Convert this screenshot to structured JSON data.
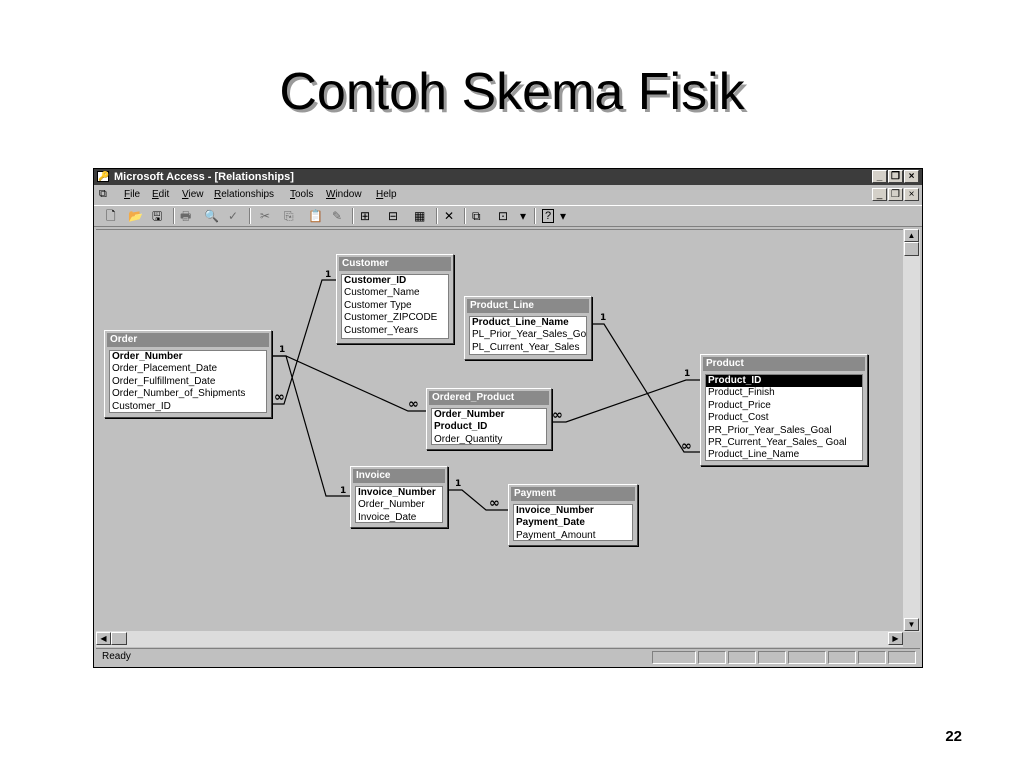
{
  "slide": {
    "title": "Contoh Skema Fisik",
    "page_number": "22"
  },
  "window": {
    "title": "Microsoft Access - [Relationships]",
    "controls": {
      "minimize": "_",
      "restore": "❐",
      "close": "×"
    }
  },
  "menu": [
    {
      "acc": "F",
      "rest": "ile"
    },
    {
      "acc": "E",
      "rest": "dit"
    },
    {
      "acc": "V",
      "rest": "iew"
    },
    {
      "acc": "R",
      "rest": "elationships"
    },
    {
      "acc": "T",
      "rest": "ools"
    },
    {
      "acc": "W",
      "rest": "indow"
    },
    {
      "acc": "H",
      "rest": "elp"
    }
  ],
  "toolbar": {
    "icons": [
      "new-icon",
      "open-icon",
      "save-icon",
      "print-icon",
      "print-preview-icon",
      "spelling-icon",
      "cut-icon",
      "copy-icon",
      "paste-icon",
      "format-painter-icon",
      "show-table-icon",
      "show-direct-icon",
      "show-all-icon",
      "delete-icon",
      "database-window-icon",
      "new-object-icon",
      "help-icon"
    ],
    "glyphs": {
      "new": "🗋",
      "open": "📂",
      "save": "🖫",
      "print": "🖶",
      "preview": "🔍",
      "spell": "✓",
      "cut": "✂",
      "copy": "⎘",
      "paste": "📋",
      "painter": "✎",
      "show_table": "⊞",
      "direct": "⊟",
      "all": "▦",
      "delete": "✕",
      "dbwin": "⧉",
      "newobj": "⊡",
      "dropdown": "▾",
      "help": "?"
    }
  },
  "status": {
    "text": "Ready"
  },
  "tables": {
    "customer": {
      "title": "Customer",
      "fields": [
        "Customer_ID",
        "Customer_Name",
        "Customer Type",
        "Customer_ZIPCODE",
        "Customer_Years"
      ]
    },
    "product_line": {
      "title": "Product_Line",
      "fields": [
        "Product_Line_Name",
        "PL_Prior_Year_Sales_Go",
        "PL_Current_Year_Sales"
      ]
    },
    "order": {
      "title": "Order",
      "fields": [
        "Order_Number",
        "Order_Placement_Date",
        "Order_Fulfillment_Date",
        "Order_Number_of_Shipments",
        "Customer_ID"
      ]
    },
    "ordered_product": {
      "title": "Ordered_Product",
      "fields": [
        "Order_Number",
        "Product_ID",
        "Order_Quantity"
      ]
    },
    "product": {
      "title": "Product",
      "fields": [
        "Product_ID",
        "Product_Finish",
        "Product_Price",
        "Product_Cost",
        "PR_Prior_Year_Sales_Goal",
        "PR_Current_Year_Sales_ Goal",
        "Product_Line_Name"
      ]
    },
    "invoice": {
      "title": "Invoice",
      "fields": [
        "Invoice_Number",
        "Order_Number",
        "Invoice_Date"
      ]
    },
    "payment": {
      "title": "Payment",
      "fields": [
        "Invoice_Number",
        "Payment_Date",
        "Payment_Amount"
      ]
    }
  },
  "relationships": {
    "one": "1",
    "many": "∞"
  },
  "scroll": {
    "up": "▲",
    "down": "▼",
    "left": "◀",
    "right": "▶"
  }
}
